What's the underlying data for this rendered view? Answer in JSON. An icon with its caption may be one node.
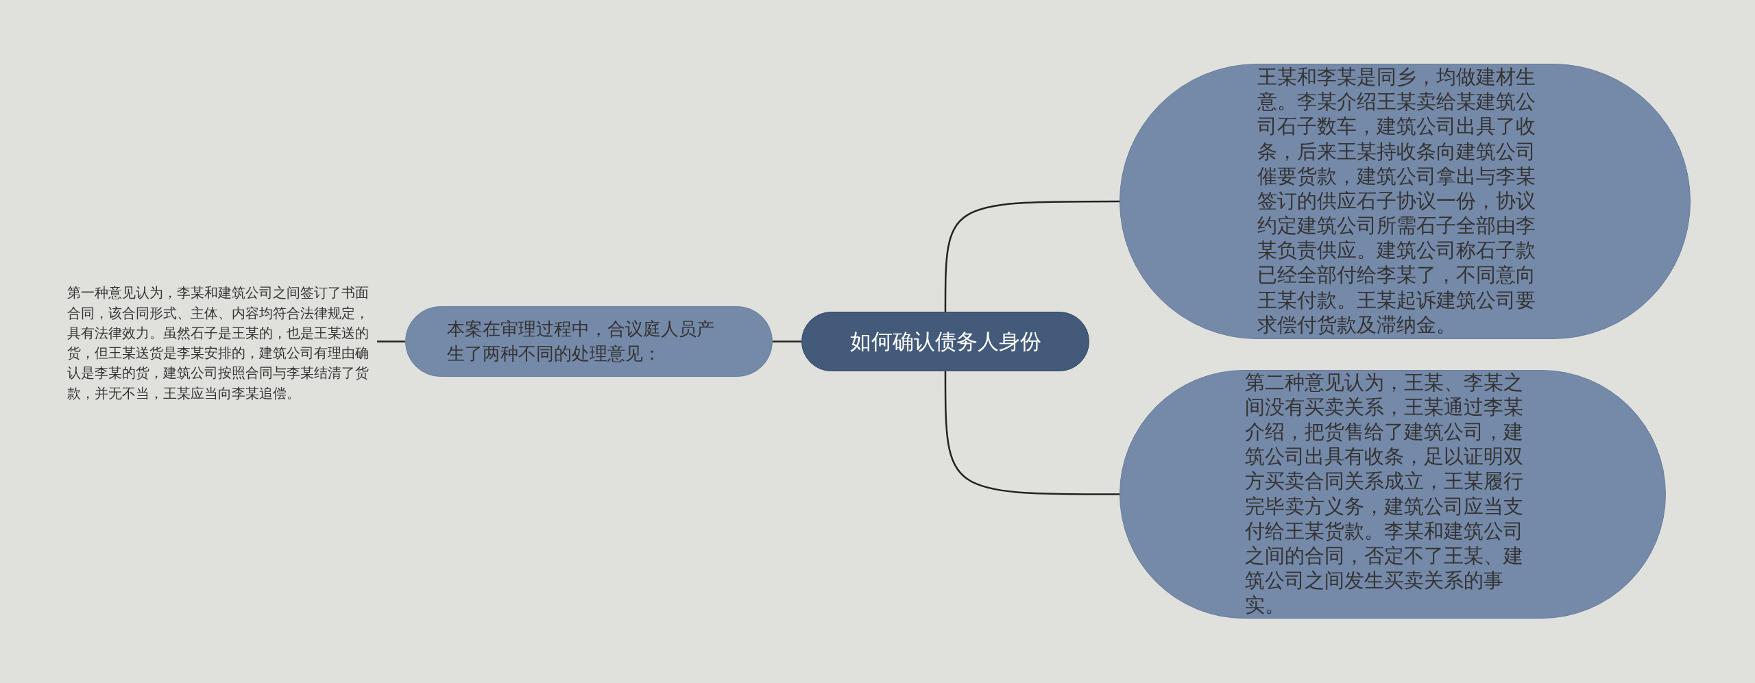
{
  "diagram": {
    "nodes": [
      {
        "text": [
          "第一种意见认为，李某和建筑公司之间签订了书面合同，该合同形式、主体、内容均符合法律规定，具有法律效力。虽然石子是王某的，也是王某送的货，但王某送货是李某安排的，建筑公司有理由确认是李某的货，建筑公司按照合同与李某结清了货款，并无不当，王某应当向李某追偿。"
        ]
      },
      {
        "text": [
          "本案在审理过程中，合议庭人员产生了两种不同的处理意见："
        ]
      },
      {
        "text": [
          "如何确认债务人身份"
        ]
      },
      {
        "text": [
          "王某和李某是同乡，均做建材生意。李某介绍王某卖给某建筑公司石子数车，建筑公司出具了收条，后来王某持收条向建筑公司催要货款，建筑公司拿出与李某签订的供应石子协议一份，协议约定建筑公司所需石子全部由李某负责供应。建筑公司称石子款已经全部付给李某了，不同意向王某付款。王某起诉建筑公司要求偿付货款及滞纳金。"
        ]
      },
      {
        "text": [
          "第二种意见认为，王某、李某之间没有买卖关系，王某通过李某介绍，把货售给了建筑公司，建筑公司出具有收条，足以证明双方买卖合同关系成立，王某履行完毕卖方义务，建筑公司应当支付给王某货款。李某和建筑公司之间的合同，否定不了王某、建筑公司之间发生买卖关系的事实。"
        ]
      }
    ],
    "edges": [
      {
        "from": 2,
        "to": 1,
        "arrow": "none"
      },
      {
        "from": 1,
        "to": 0,
        "arrow": "none"
      },
      {
        "from": 2,
        "to": 3,
        "arrow": "none"
      },
      {
        "from": 2,
        "to": 4,
        "arrow": "none"
      }
    ]
  }
}
